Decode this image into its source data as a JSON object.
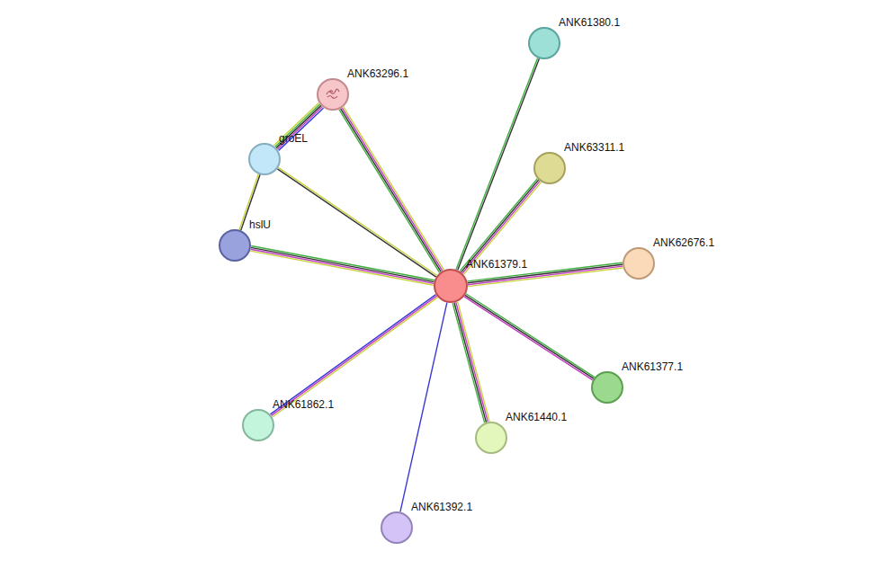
{
  "diagram": {
    "nodes": [
      {
        "text": [
          "ANK61380.1"
        ]
      },
      {
        "text": [
          "ANK63296.1"
        ]
      },
      {
        "text": [
          "groEL"
        ]
      },
      {
        "text": [
          "ANK63311.1"
        ]
      },
      {
        "text": [
          "hslU"
        ]
      },
      {
        "text": [
          "ANK62676.1"
        ]
      },
      {
        "text": [
          "ANK61379.1"
        ]
      },
      {
        "text": [
          "ANK61377.1"
        ]
      },
      {
        "text": [
          "ANK61862.1"
        ]
      },
      {
        "text": [
          "ANK61440.1"
        ]
      },
      {
        "text": [
          "ANK61392.1"
        ]
      }
    ],
    "edges": [
      {
        "from": 6,
        "to": 0,
        "arrow": "none"
      },
      {
        "from": 6,
        "to": 1,
        "arrow": "none"
      },
      {
        "from": 6,
        "to": 2,
        "arrow": "none"
      },
      {
        "from": 1,
        "to": 2,
        "arrow": "none"
      },
      {
        "from": 2,
        "to": 4,
        "arrow": "none"
      },
      {
        "from": 6,
        "to": 3,
        "arrow": "none"
      },
      {
        "from": 6,
        "to": 4,
        "arrow": "none"
      },
      {
        "from": 6,
        "to": 5,
        "arrow": "none"
      },
      {
        "from": 6,
        "to": 7,
        "arrow": "none"
      },
      {
        "from": 6,
        "to": 8,
        "arrow": "none"
      },
      {
        "from": 6,
        "to": 9,
        "arrow": "none"
      },
      {
        "from": 6,
        "to": 10,
        "arrow": "none"
      }
    ]
  }
}
